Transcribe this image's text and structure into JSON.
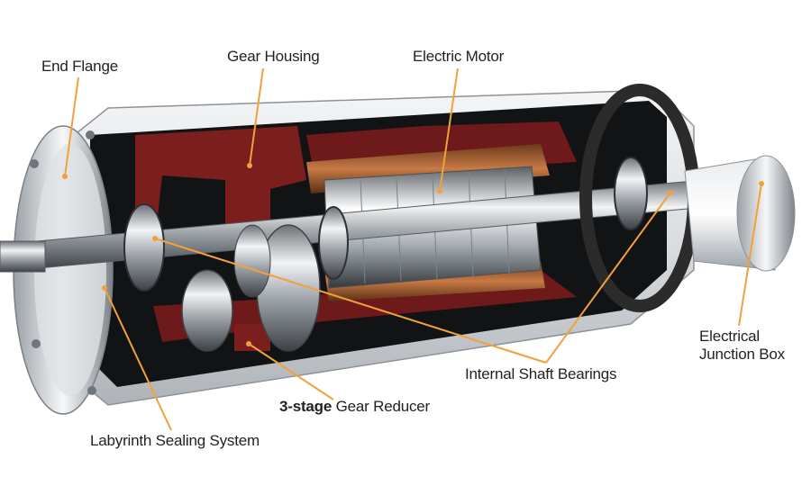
{
  "labels": {
    "end_flange": "End Flange",
    "gear_housing": "Gear Housing",
    "electric_motor": "Electric Motor",
    "junction_box_line1": "Electrical",
    "junction_box_line2": "Junction Box",
    "shaft_bearings": "Internal Shaft Bearings",
    "gear_reducer_bold": "3-stage",
    "gear_reducer_rest": " Gear Reducer",
    "sealing_system": "Labyrinth Sealing System"
  },
  "colors": {
    "leader_line": "#f2a13a",
    "housing_red": "#7a1e1e",
    "housing_dark": "#2a2a2a",
    "metal": "#c8ccd0"
  }
}
